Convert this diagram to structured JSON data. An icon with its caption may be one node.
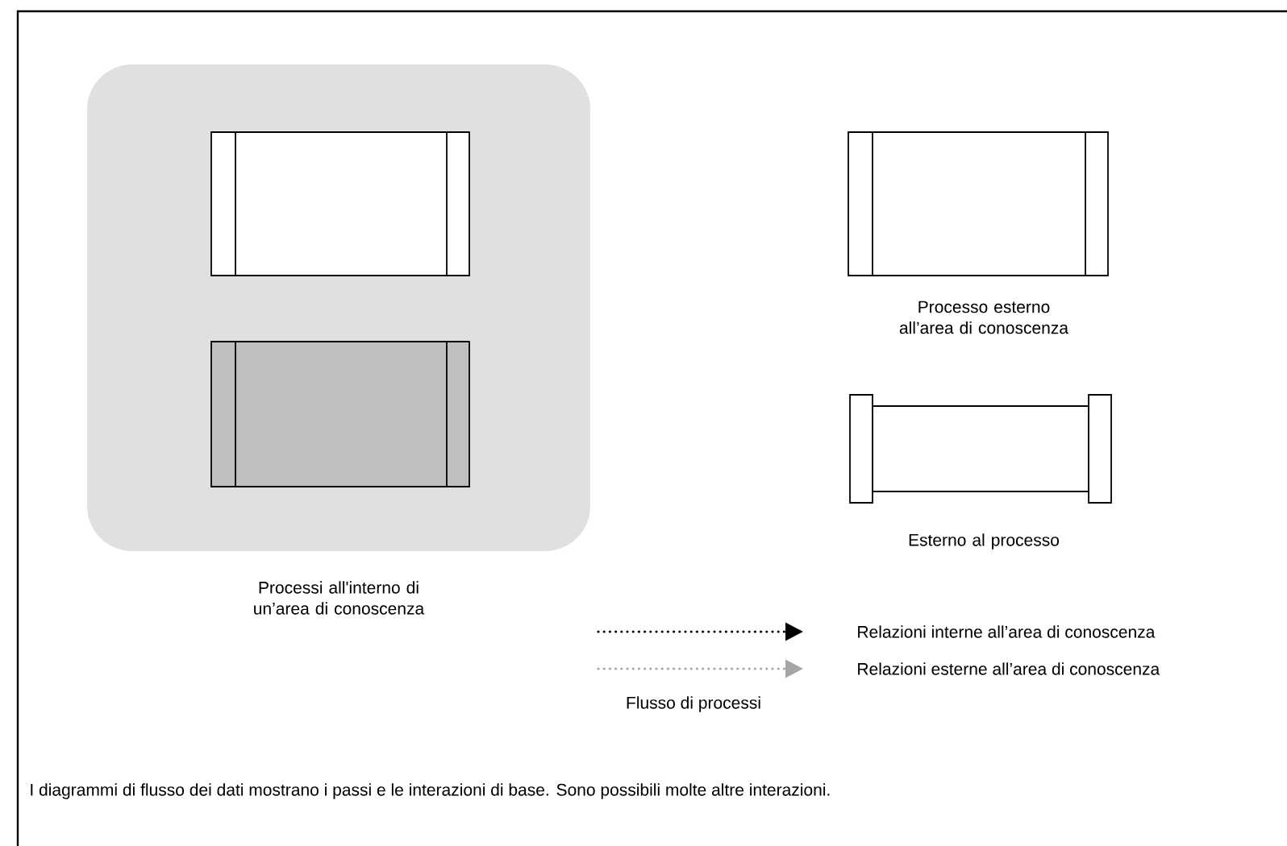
{
  "diagram": {
    "caption": "I diagrammi di flusso dei dati mostrano i passi e le interazioni di base. Sono possibili molte altre interazioni.",
    "nodes": [
      {
        "text": [
          "Processi all'interno di un’area di conoscenza"
        ]
      },
      {
        "text": [],
        "shape": "box",
        "in": 0
      },
      {
        "text": [],
        "shape": "box",
        "in": 0
      },
      {
        "text": [
          "Processo esterno all’area di conoscenza"
        ]
      },
      {
        "text": [
          "Esterno al processo"
        ]
      }
    ],
    "labels": [
      "Flusso di processi"
    ],
    "legend": [
      {
        "text": "Relazioni interne all’area di conoscenza"
      },
      {
        "text": "Relazioni esterne all’area di conoscenza"
      }
    ]
  }
}
